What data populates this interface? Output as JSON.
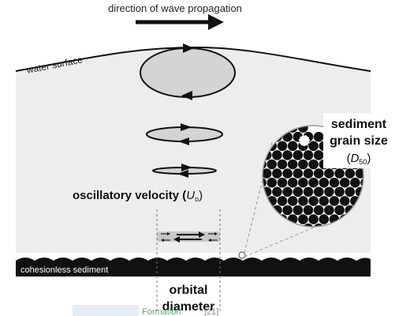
{
  "diagram": {
    "propagation_label": "direction of wave propagation",
    "surface_label": "water surface",
    "velocity_label_text": "oscillatory velocity (",
    "velocity_symbol": "U",
    "velocity_subscript": "o",
    "velocity_close": ")",
    "sediment_label_line1": "sediment",
    "sediment_label_line2": "grain size",
    "grain_symbol_open": "(",
    "grain_symbol": "D",
    "grain_subscript": "50",
    "grain_symbol_close": ")",
    "bed_label": "cohesionless sediment",
    "orbital_label_line1": "orbital",
    "orbital_label_line2": "diameter",
    "caption_fragment": "Formation",
    "caption_ref": "[21]"
  },
  "colors": {
    "water": "#ededed",
    "sediment": "#111111",
    "orbit_fill": "#d4d4d4",
    "dashed_line": "#999999",
    "caption_green": "#5aa870"
  }
}
